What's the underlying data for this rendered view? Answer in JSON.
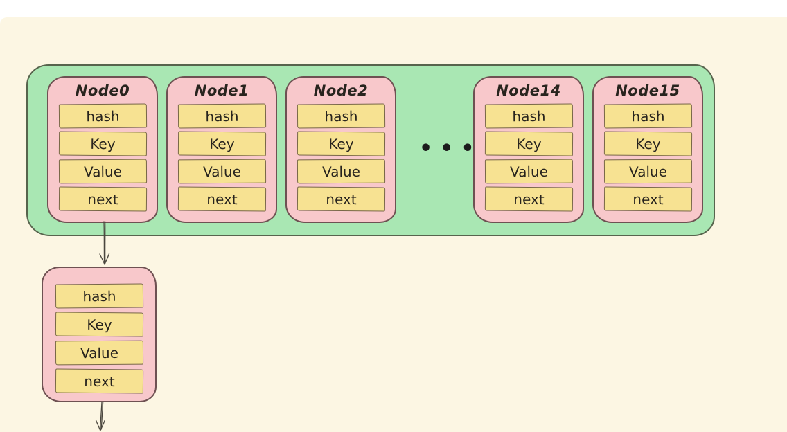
{
  "page": {
    "background": "#fcf6e3",
    "top_strip_color": "#ffffff"
  },
  "colors": {
    "bucket_fill": "#a9e7b3",
    "bucket_border": "#57644d",
    "node_fill": "#f8c8cb",
    "node_border": "#6e5152",
    "field_fill": "#f7e292",
    "field_border": "#786747",
    "text": "#28241e",
    "arrow": "#4a463e"
  },
  "diagram": {
    "bucket_nodes": [
      {
        "title": "Node0"
      },
      {
        "title": "Node1"
      },
      {
        "title": "Node2"
      },
      {
        "title": "Node14"
      },
      {
        "title": "Node15"
      }
    ],
    "field_labels": [
      "hash",
      "Key",
      "Value",
      "next"
    ],
    "ellipsis": "•••"
  }
}
